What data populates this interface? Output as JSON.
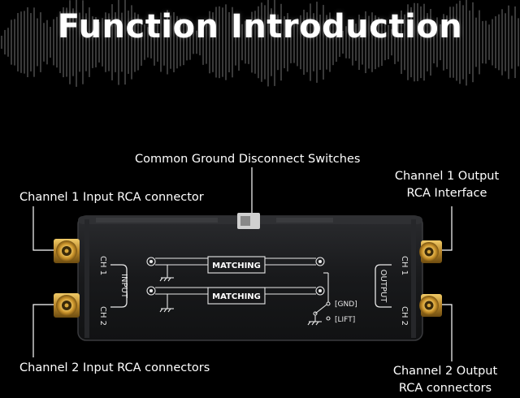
{
  "title": "Function Introduction",
  "callouts": {
    "ground_switch": "Common Ground Disconnect Switches",
    "ch1_output_line1": "Channel 1 Output",
    "ch1_output_line2": "RCA Interface",
    "ch1_input": "Channel 1 Input RCA connector",
    "ch2_input": "Channel 2 Input RCA connectors",
    "ch2_output_line1": "Channel 2 Output",
    "ch2_output_line2": "RCA connectors"
  },
  "device": {
    "input_label": "INPUT",
    "output_label": "OUTPUT",
    "ch1": "CH 1",
    "ch2": "CH 2",
    "matching_top": "MATCHING",
    "matching_bottom": "MATCHING",
    "gnd": "[GND]",
    "lift": "[LIFT]"
  },
  "colors": {
    "background": "#000000",
    "device_body": "#1b1c1e",
    "rca_gold": "#d8a73a",
    "text": "#ffffff"
  }
}
